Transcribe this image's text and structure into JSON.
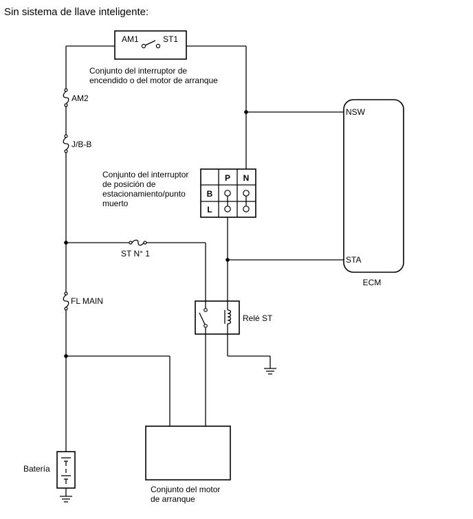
{
  "title": "Sin sistema de llave inteligente:",
  "ignition_switch": {
    "terminal_left": "AM1",
    "terminal_right": "ST1",
    "caption_line1": "Conjunto del interruptor de",
    "caption_line2": "encendido o del motor de arranque"
  },
  "fuses": {
    "am2": "AM2",
    "jbb": "J/B-B",
    "st_no1": "ST N° 1",
    "fl_main": "FL MAIN"
  },
  "park_neutral_switch": {
    "caption_line1": "Conjunto del interruptor",
    "caption_line2": "de posición de",
    "caption_line3": "estacionamiento/punto",
    "caption_line4": "muerto",
    "col_p": "P",
    "col_n": "N",
    "row_b": "B",
    "row_l": "L"
  },
  "ecm": {
    "label": "ECM",
    "pin_nsw": "NSW",
    "pin_sta": "STA"
  },
  "relay": {
    "label": "Relé ST"
  },
  "battery": {
    "label": "Batería"
  },
  "starter": {
    "caption_line1": "Conjunto del motor",
    "caption_line2": "de arranque"
  }
}
